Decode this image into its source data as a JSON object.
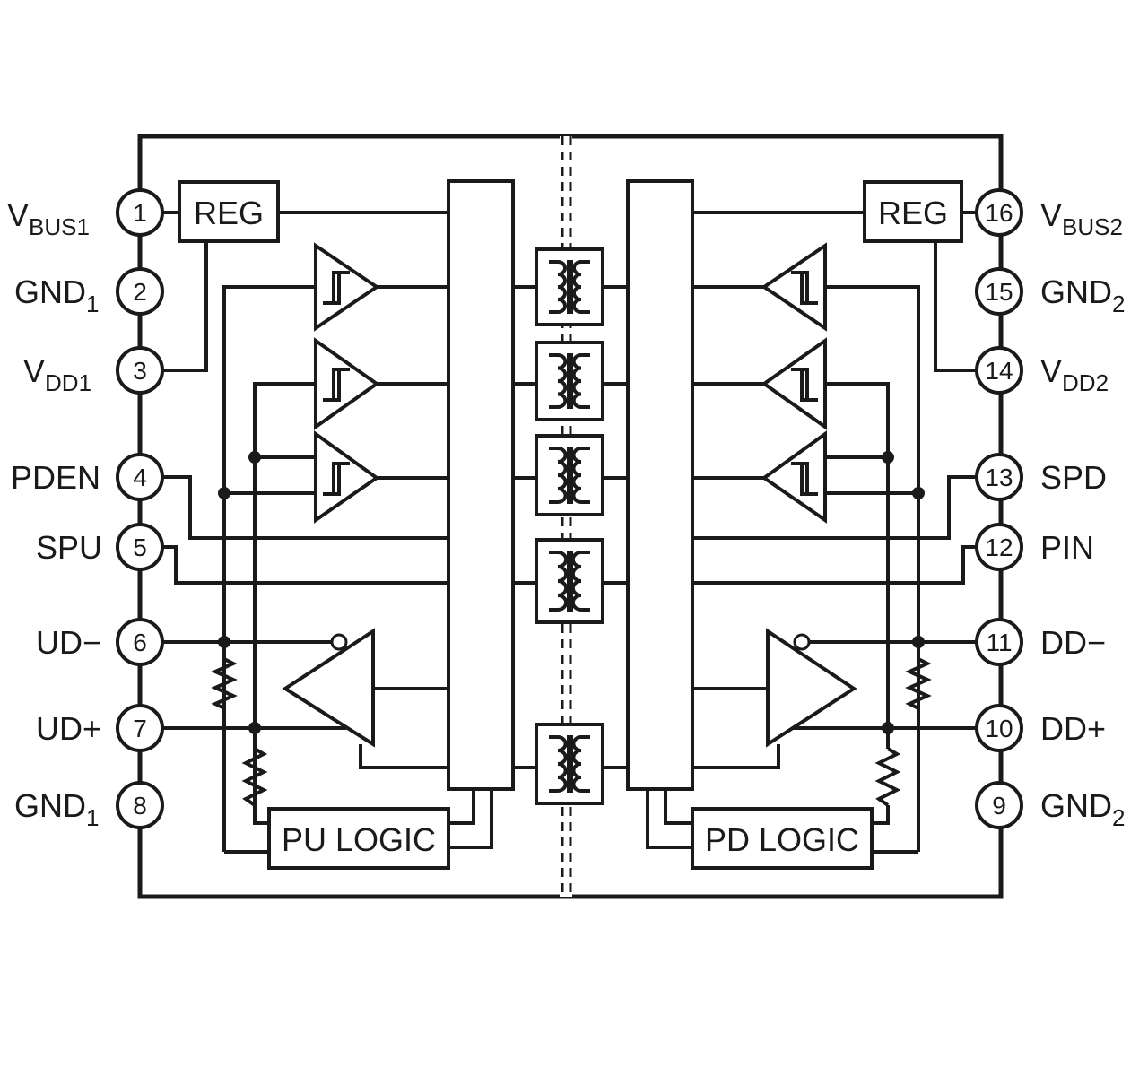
{
  "colors": {
    "line": "#1a1a1a",
    "background": "#ffffff"
  },
  "left_pins": [
    {
      "num": "1",
      "label": "V",
      "sub": "BUS1"
    },
    {
      "num": "2",
      "label": "GND",
      "sub": "1"
    },
    {
      "num": "3",
      "label": "V",
      "sub": "DD1"
    },
    {
      "num": "4",
      "label": "PDEN",
      "sub": ""
    },
    {
      "num": "5",
      "label": "SPU",
      "sub": ""
    },
    {
      "num": "6",
      "label": "UD−",
      "sub": ""
    },
    {
      "num": "7",
      "label": "UD+",
      "sub": ""
    },
    {
      "num": "8",
      "label": "GND",
      "sub": "1"
    }
  ],
  "right_pins": [
    {
      "num": "16",
      "label": "V",
      "sub": "BUS2"
    },
    {
      "num": "15",
      "label": "GND",
      "sub": "2"
    },
    {
      "num": "14",
      "label": "V",
      "sub": "DD2"
    },
    {
      "num": "13",
      "label": "SPD",
      "sub": ""
    },
    {
      "num": "12",
      "label": "PIN",
      "sub": ""
    },
    {
      "num": "11",
      "label": "DD−",
      "sub": ""
    },
    {
      "num": "10",
      "label": "DD+",
      "sub": ""
    },
    {
      "num": "9",
      "label": "GND",
      "sub": "2"
    }
  ],
  "blocks": {
    "reg_left": "REG",
    "reg_right": "REG",
    "pu_logic": "PU LOGIC",
    "pd_logic": "PD LOGIC"
  }
}
